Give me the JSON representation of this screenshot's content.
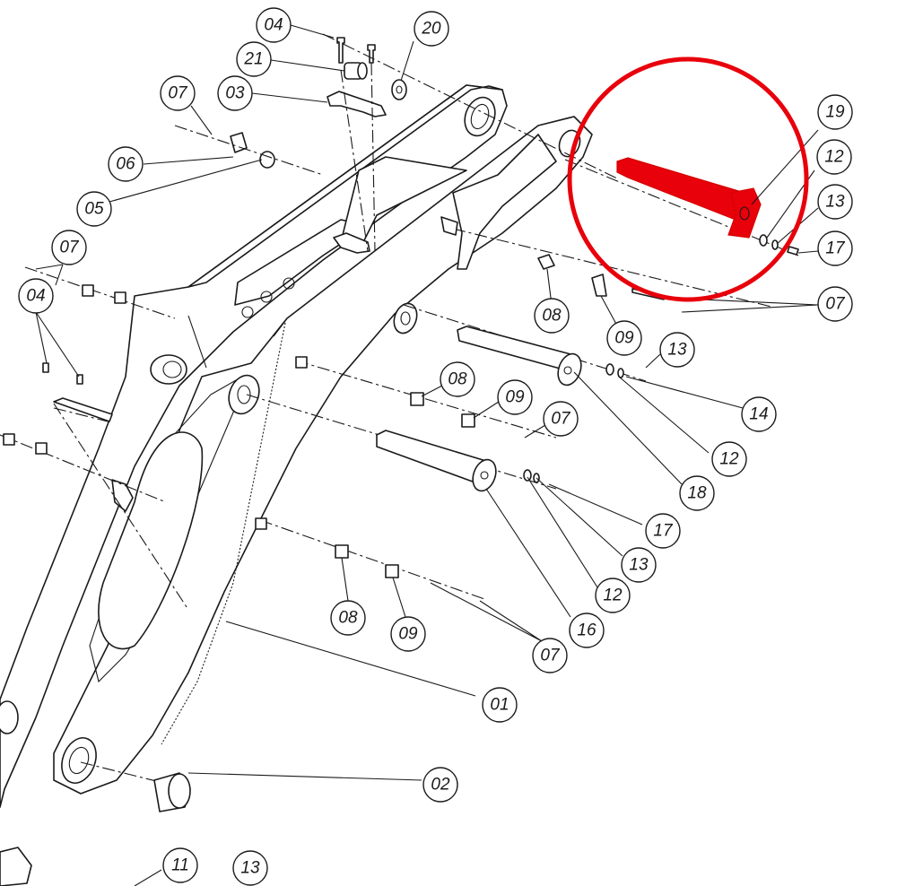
{
  "diagram": {
    "highlight_color": "#e8000b",
    "highlighted_part": "19",
    "callouts": [
      {
        "id": "c04a",
        "label": "04"
      },
      {
        "id": "c20",
        "label": "20"
      },
      {
        "id": "c21",
        "label": "21"
      },
      {
        "id": "c07a",
        "label": "07"
      },
      {
        "id": "c03",
        "label": "03"
      },
      {
        "id": "c06",
        "label": "06"
      },
      {
        "id": "c05",
        "label": "05"
      },
      {
        "id": "c07b",
        "label": "07"
      },
      {
        "id": "c04b",
        "label": "04"
      },
      {
        "id": "c19",
        "label": "19"
      },
      {
        "id": "c12a",
        "label": "12"
      },
      {
        "id": "c13a",
        "label": "13"
      },
      {
        "id": "c17a",
        "label": "17"
      },
      {
        "id": "c07c",
        "label": "07"
      },
      {
        "id": "c08a",
        "label": "08"
      },
      {
        "id": "c09a",
        "label": "09"
      },
      {
        "id": "c13b",
        "label": "13"
      },
      {
        "id": "c14",
        "label": "14"
      },
      {
        "id": "c08b",
        "label": "08"
      },
      {
        "id": "c09b",
        "label": "09"
      },
      {
        "id": "c07d",
        "label": "07"
      },
      {
        "id": "c12b",
        "label": "12"
      },
      {
        "id": "c18",
        "label": "18"
      },
      {
        "id": "c17b",
        "label": "17"
      },
      {
        "id": "c13c",
        "label": "13"
      },
      {
        "id": "c12c",
        "label": "12"
      },
      {
        "id": "c16",
        "label": "16"
      },
      {
        "id": "c08c",
        "label": "08"
      },
      {
        "id": "c09c",
        "label": "09"
      },
      {
        "id": "c07e",
        "label": "07"
      },
      {
        "id": "c01",
        "label": "01"
      },
      {
        "id": "c02",
        "label": "02"
      },
      {
        "id": "c11",
        "label": "11"
      },
      {
        "id": "c13d",
        "label": "13"
      }
    ]
  }
}
